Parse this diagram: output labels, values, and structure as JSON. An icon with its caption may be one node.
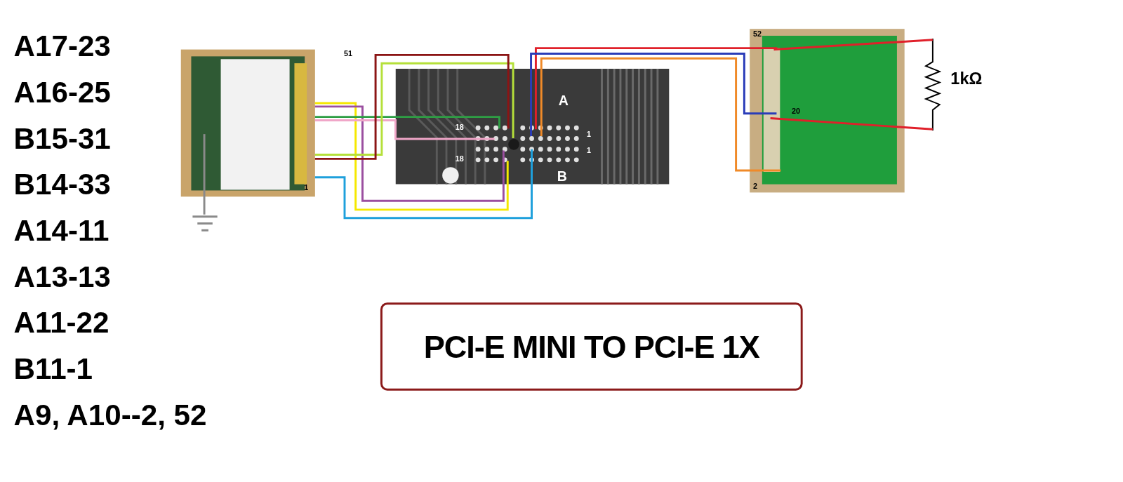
{
  "diagram": {
    "nodes": [
      {
        "text": [],
        "shape": "picture"
      },
      {
        "text": [],
        "shape": "picture"
      },
      {
        "text": [],
        "shape": "picture"
      },
      {
        "text": [],
        "shape": "resistor",
        "beside": [
          "1kΩ"
        ]
      },
      {
        "text": [],
        "shape": "ground"
      },
      {
        "text": [
          "PCI-E MINI TO PCI-E 1X"
        ]
      }
    ],
    "edges": [
      {
        "from": 0,
        "to": 1,
        "arrow": "none",
        "color": "#f5e800"
      },
      {
        "from": 0,
        "to": 1,
        "arrow": "none",
        "color": "#9b4fa0"
      },
      {
        "from": 0,
        "to": 1,
        "arrow": "none",
        "color": "#2e9e44"
      },
      {
        "from": 0,
        "to": 1,
        "arrow": "none",
        "color": "#f0a6c8"
      },
      {
        "from": 0,
        "to": 1,
        "arrow": "none",
        "color": "#b5e03a"
      },
      {
        "from": 0,
        "to": 1,
        "arrow": "none",
        "color": "#8b1414"
      },
      {
        "from": 0,
        "to": 1,
        "arrow": "none",
        "color": "#1ea0dc"
      },
      {
        "from": 1,
        "to": 2,
        "arrow": "none",
        "color": "#e0202a"
      },
      {
        "from": 1,
        "to": 2,
        "arrow": "none",
        "color": "#2a3cb8"
      },
      {
        "from": 1,
        "to": 2,
        "arrow": "none",
        "color": "#f08a28"
      },
      {
        "from": 2,
        "to": 3,
        "arrow": "none",
        "color": "#e0202a"
      },
      {
        "from": 2,
        "to": 3,
        "arrow": "none",
        "color": "#e0202a"
      },
      {
        "from": 0,
        "to": 4,
        "arrow": "none",
        "color": "#8a8a8a"
      }
    ],
    "labels": [
      "A17-23",
      "A16-25",
      "B15-31",
      "B14-33",
      "A14-11",
      "A13-13",
      "A11-22",
      "B11-1",
      "A9, A10--2, 52",
      "51",
      "1",
      "18",
      "18",
      "A",
      "1",
      "1",
      "B",
      "52",
      "20",
      "2"
    ]
  }
}
